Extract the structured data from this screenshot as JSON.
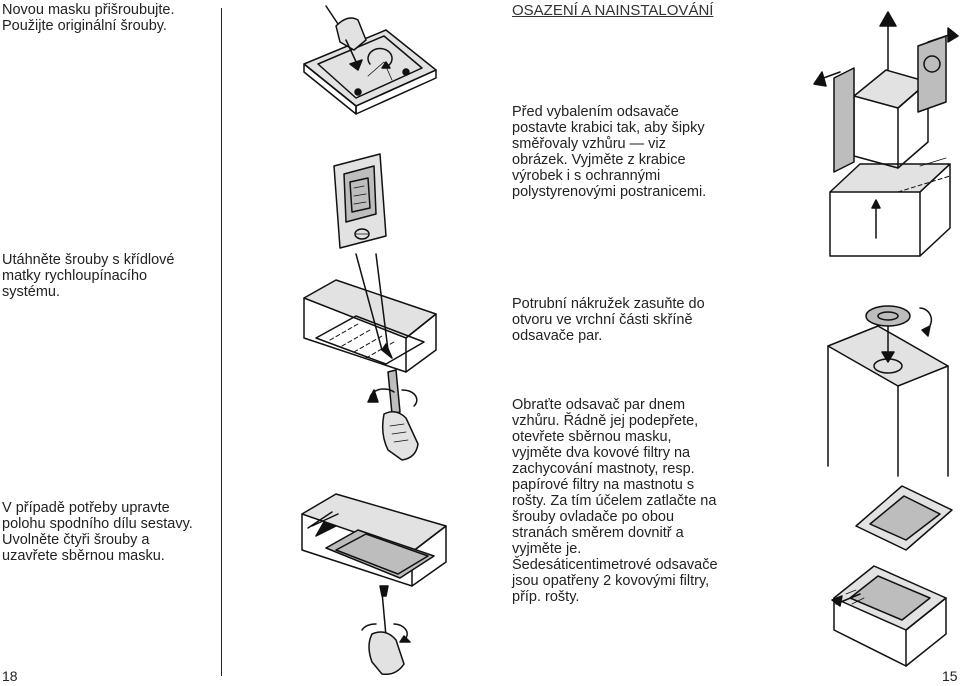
{
  "left_column": {
    "note_mask": "Novou masku přišroubujte.\nPoužijte originální šrouby.",
    "note_screws": "Utáhněte šrouby s křídlové\nmatky rychloupínacího\nsystému.",
    "note_adjust": "V případě potřeby upravte\npolohu spodního dílu sestavy.\nUvolněte čtyři šrouby a\nuzavřete sběrnou masku."
  },
  "right_column": {
    "heading": "OSAZENÍ A NAINSTALOVÁNÍ",
    "para_unpack": "Před vybalením odsavače\npostavte krabici tak, aby šipky\nsměřovaly vzhůru — viz\nobrázek. Vyjměte z krabice\nvýrobek i s ochrannými\npolystyrenovými postranicemi.",
    "para_collar": "Potrubní nákružek zasuňte do\notvoru ve vrchní části skříně\nodsavače par.",
    "para_filters": "Obraťte odsavač par dnem\nvzhůru. Řádně jej podepřete,\notevřete sběrnou masku,\nvyjměte dva kovové filtry na\nzachycování mastnoty, resp.\npapírové filtry na mastnotu s\nrošty. Za tím účelem zatlačte na\nšrouby ovladače po obou\nstranách směrem dovnitř a\nvyjměte je.\nŠedesáticentimetrové odsavače\njsou opatřeny 2 kovovými filtry,\npříp. rošty."
  },
  "page_numbers": {
    "left": "18",
    "right": "15"
  }
}
